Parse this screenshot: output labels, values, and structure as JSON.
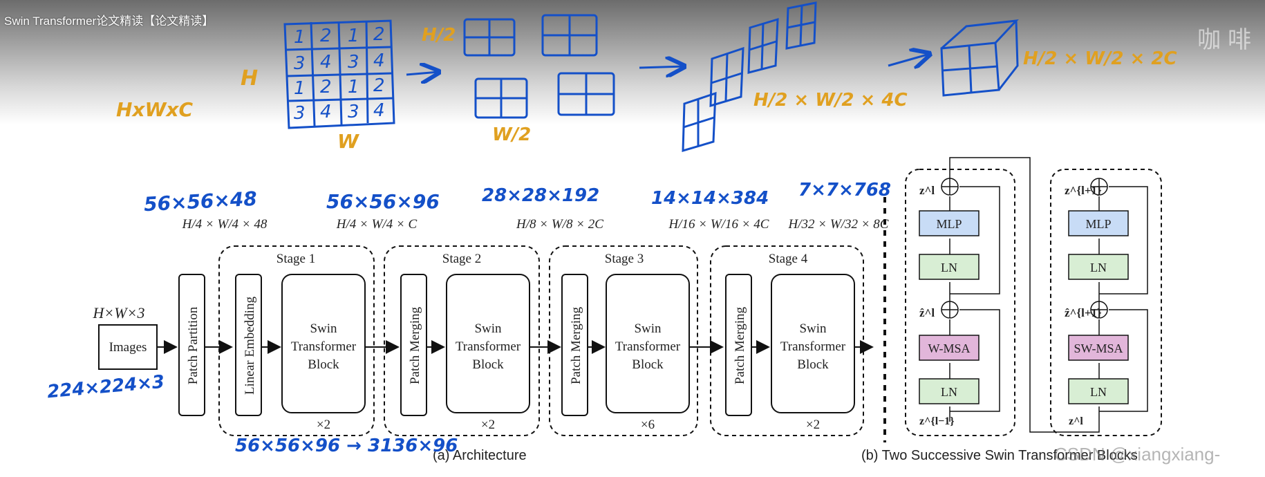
{
  "video_title": "Swin Transformer论文精读【论文精读】",
  "watermark_text": "咖啡",
  "csdn_watermark": "CSDN @xiangxiang-",
  "captions": {
    "architecture": "(a) Architecture",
    "blocks": "(b) Two Successive Swin Transformer Blocks"
  },
  "architecture": {
    "input_dims": "H×W×3",
    "images_label": "Images",
    "patch_partition": "Patch Partition",
    "linear_embedding": "Linear Embedding",
    "patch_merging": "Patch Merging",
    "block_lines": [
      "Swin",
      "Transformer",
      "Block"
    ],
    "stages": [
      {
        "name": "Stage 1",
        "dims": "H/4 × W/4 × C",
        "repeat": "×2"
      },
      {
        "name": "Stage 2",
        "dims": "H/8 × W/8 × 2C",
        "repeat": "×2"
      },
      {
        "name": "Stage 3",
        "dims": "H/16 × W/16 × 4C",
        "repeat": "×6"
      },
      {
        "name": "Stage 4",
        "dims": "H/32 × W/32 × 8C",
        "repeat": "×2"
      }
    ],
    "partition_dims": "H/4 × W/4 × 48"
  },
  "blocks": {
    "left": {
      "top": "z^l",
      "mid": "ẑ^l",
      "bottom": "z^{l−1}",
      "mlp": "MLP",
      "ln": "LN",
      "attn": "W-MSA"
    },
    "right": {
      "top": "z^{l+1}",
      "mid": "ẑ^{l+1}",
      "bottom": "z^l",
      "mlp": "MLP",
      "ln": "LN",
      "attn": "SW-MSA"
    }
  },
  "annotations": {
    "orange_hwc": "HxWxC",
    "orange_h": "H",
    "orange_w": "W",
    "orange_h2": "H/2",
    "orange_w2": "W/2",
    "orange_dims1": "H/2 × W/2 × 4C",
    "orange_dims2": "H/2 × W/2 × 2C",
    "blue_input": "224×224×3",
    "blue_s1": "56×56×48",
    "blue_s2": "56×56×96",
    "blue_s3": "28×28×192",
    "blue_s4": "14×14×384",
    "blue_s5": "7×7×768",
    "blue_bottom": "56×56×96 → 3136×96",
    "grid_numbers": [
      "1",
      "2",
      "1",
      "2",
      "3",
      "4",
      "3",
      "4",
      "1",
      "2",
      "1",
      "2",
      "3",
      "4",
      "3",
      "4"
    ]
  },
  "colors": {
    "mlp_fill": "#c8dcf6",
    "ln_fill": "#d8eed4",
    "msa_fill": "#e2b6da",
    "ink_blue": "#1450c8",
    "ink_orange": "#e0a020"
  }
}
